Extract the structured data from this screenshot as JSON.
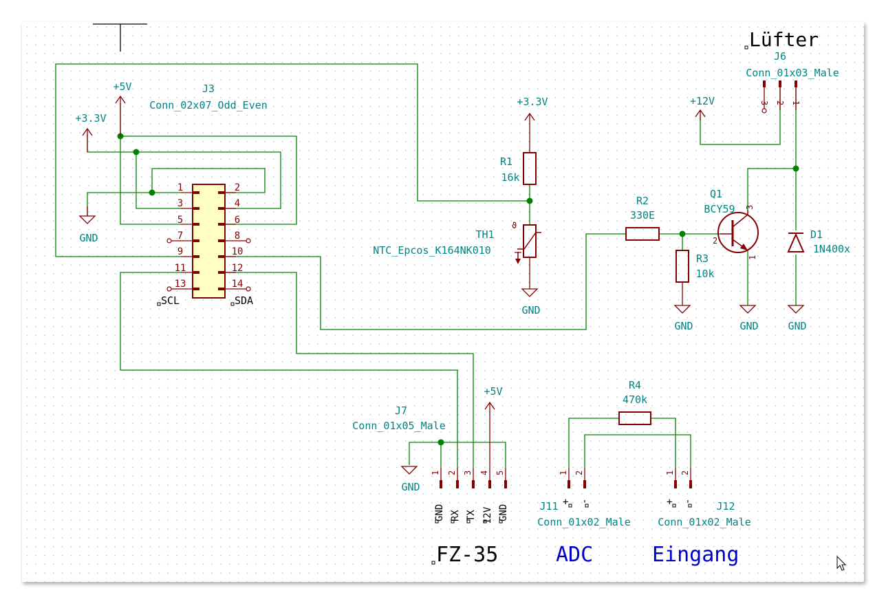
{
  "connectors": {
    "J3": {
      "ref": "J3",
      "value": "Conn_02x07_Odd_Even",
      "pins": [
        "1",
        "2",
        "3",
        "4",
        "5",
        "6",
        "7",
        "8",
        "9",
        "10",
        "11",
        "12",
        "13",
        "14"
      ],
      "scl": "SCL",
      "sda": "SDA"
    },
    "J6": {
      "ref": "J6",
      "value": "Conn_01x03_Male",
      "pins": [
        "3",
        "2",
        "1"
      ]
    },
    "J7": {
      "ref": "J7",
      "value": "Conn_01x05_Male",
      "pins": [
        "1",
        "2",
        "3",
        "4",
        "5"
      ],
      "pin_labels": [
        "GND",
        "RX",
        "TX",
        "12V",
        "GND"
      ]
    },
    "J11": {
      "ref": "J11",
      "value": "Conn_01x02_Male",
      "pins": [
        "1",
        "2"
      ],
      "plus": "+",
      "minus": "-"
    },
    "J12": {
      "ref": "J12",
      "value": "Conn_01x02_Male",
      "pins": [
        "1",
        "2"
      ],
      "plus": "+",
      "minus": "-"
    }
  },
  "components": {
    "R1": {
      "ref": "R1",
      "value": "16k"
    },
    "R2": {
      "ref": "R2",
      "value": "330E"
    },
    "R3": {
      "ref": "R3",
      "value": "10k"
    },
    "R4": {
      "ref": "R4",
      "value": "470k"
    },
    "TH1": {
      "ref": "TH1",
      "value": "NTC_Epcos_K164NK010"
    },
    "Q1": {
      "ref": "Q1",
      "value": "BCY59",
      "pins": [
        "3",
        "2",
        "1"
      ]
    },
    "D1": {
      "ref": "D1",
      "value": "1N400x"
    }
  },
  "power": {
    "p5v_a": "+5V",
    "p33v_a": "+3.3V",
    "p33v_b": "+3.3V",
    "p12v": "+12V",
    "p5v_b": "+5V",
    "gnd": "GND"
  },
  "labels": {
    "luefter": "Lüfter",
    "fz35": "FZ-35",
    "adc": "ADC",
    "eingang": "Eingang"
  },
  "colors": {
    "wire": "#008400",
    "symbol": "#840000",
    "text": "#008484",
    "label_blue": "#0000c8",
    "symbol_fill": "#ffffc2",
    "grid": "#c8c8c8"
  }
}
